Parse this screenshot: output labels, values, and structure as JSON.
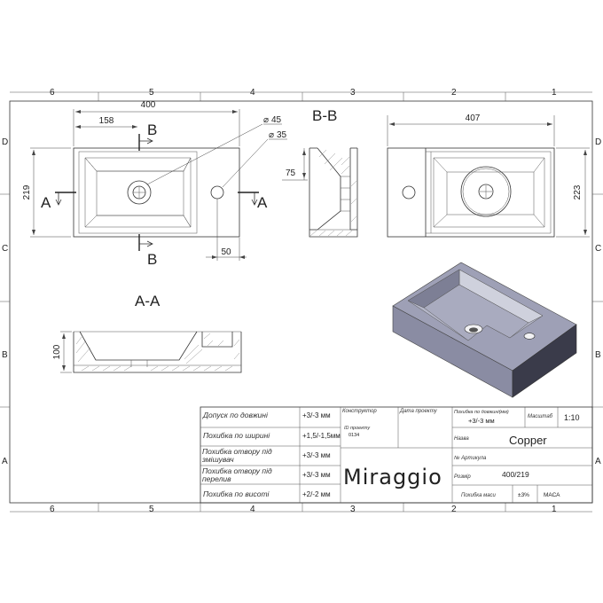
{
  "frame": {
    "columns_top": [
      "6",
      "5",
      "4",
      "3",
      "2",
      "1"
    ],
    "columns_bottom": [
      "6",
      "5",
      "4",
      "3",
      "2",
      "1"
    ],
    "rows": [
      "D",
      "C",
      "B",
      "A"
    ]
  },
  "front_view": {
    "dim_width": "400",
    "dim_offset": "158",
    "dim_height": "219",
    "dim_hole1": "45",
    "dim_hole2": "35",
    "dim_bottom": "50",
    "cut_b": "B",
    "cut_a": "A"
  },
  "section_bb": {
    "title": "B-B",
    "dim_depth": "75"
  },
  "top_view": {
    "dim_width": "407",
    "dim_height": "223"
  },
  "section_aa": {
    "title": "A-A",
    "dim_height": "100"
  },
  "title_block": {
    "tol_rows": [
      {
        "label": "Допуск по довжині",
        "value": "+3/-3 мм"
      },
      {
        "label": "Похибка по ширині",
        "value": "+1,5/-1,5мм"
      },
      {
        "label": "Похибка отвору під змішувач",
        "value": "+3/-3 мм"
      },
      {
        "label": "Похибка отвору під перелив",
        "value": "+3/-3 мм"
      },
      {
        "label": "Похибка по висоті",
        "value": "+2/-2 мм"
      }
    ],
    "designer_label": "Конструктор",
    "date_label": "Дата проекту",
    "project_id_label": "ID проекту",
    "project_id_value": "0134",
    "len_tol_label": "Похибка по довжині(мм)",
    "len_tol_value": "+3/-3 мм",
    "scale_label": "Масштаб",
    "scale_value": "1:10",
    "name_label": "Назва",
    "name_value": "Copper",
    "article_label": "№ Артикула",
    "size_label": "Розмір",
    "size_value": "400/219",
    "brand": "Miraggio",
    "mass_tol_label": "Похибка маси",
    "mass_tol_value": "±3%",
    "mass_label": "МАСА"
  }
}
